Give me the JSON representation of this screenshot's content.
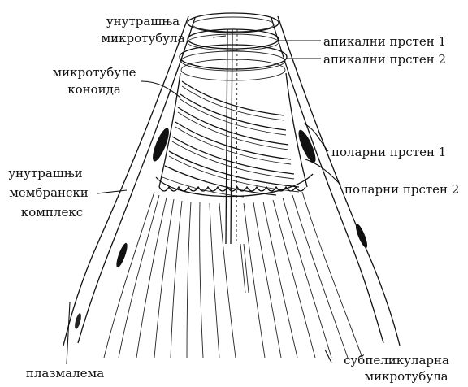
{
  "labels": {
    "inner_microtubule": [
      "унутрашња",
      "микротубула"
    ],
    "apical_ring_1": "апикални прстен 1",
    "apical_ring_2": "апикални прстен 2",
    "conoid_microtubules": [
      "микротубуле",
      "коноида"
    ],
    "polar_ring_1": "поларни прстен 1",
    "polar_ring_2": "поларни прстен 2",
    "inner_membrane_complex": [
      "унутрашњи",
      "мембрански",
      "комплекс"
    ],
    "plasmalemma": "плазмалема",
    "subpellicular_microtubule": [
      "субпеликуларна",
      "микротубула"
    ]
  },
  "colors": {
    "ink": "#111111",
    "paper": "#ffffff"
  }
}
